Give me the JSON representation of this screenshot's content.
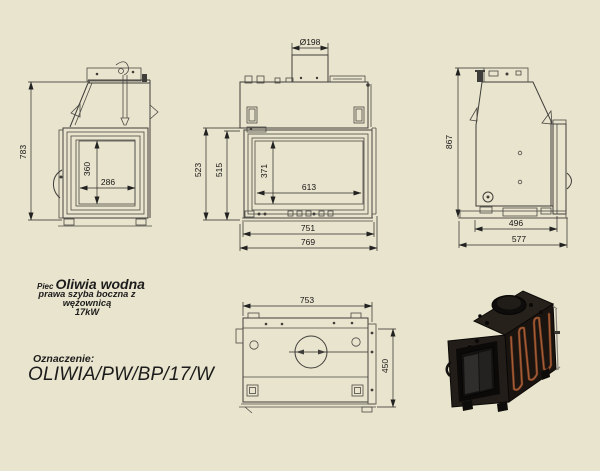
{
  "colors": {
    "background": "#e9e4cd",
    "line": "#3f3e3b",
    "dimension_text": "#151515",
    "copper": "#7d4023",
    "copper_highlight": "#b26a3e",
    "render_body": "#1a1410"
  },
  "views": {
    "side_left": {
      "height": "783",
      "glass_height": "360",
      "glass_width": "286"
    },
    "front": {
      "flue_diameter": "Ø198",
      "height_overall": "523",
      "height_body": "515",
      "glass_height": "371",
      "glass_width": "613",
      "width_body": "751",
      "width_overall": "769"
    },
    "side_right": {
      "height": "867",
      "depth_body": "496",
      "depth_overall": "577"
    },
    "top": {
      "width": "753",
      "depth": "450"
    }
  },
  "info": {
    "product_label": "Piec",
    "product_name": "Oliwia wodna",
    "description_line1": "prawa szyba boczna z",
    "description_line2": "wężownicą",
    "power": "17kW",
    "designation_label": "Oznaczenie:",
    "designation_code": "OLIWIA/PW/BP/17/W"
  }
}
